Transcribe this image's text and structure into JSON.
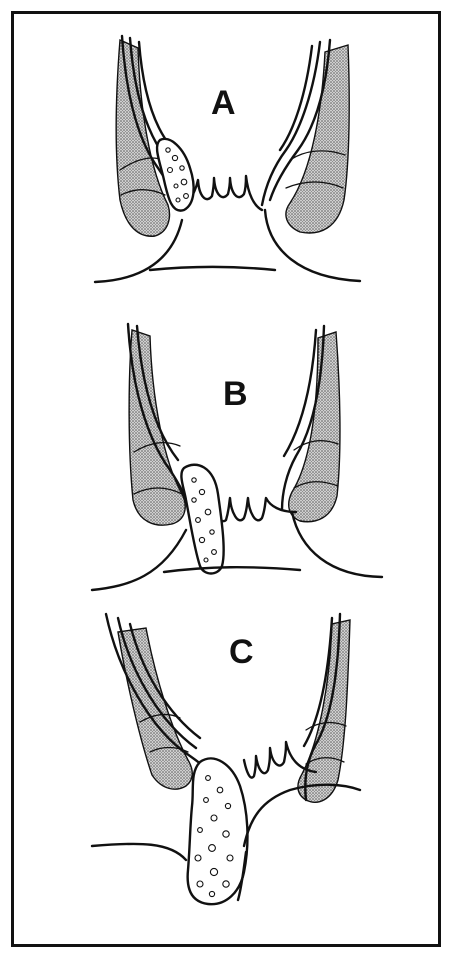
{
  "figure": {
    "panels": [
      {
        "label": "A",
        "icon": "intersphincteric-abscess-illustration"
      },
      {
        "label": "B",
        "icon": "abscess-extending-to-anal-verge-illustration"
      },
      {
        "label": "C",
        "icon": "perianal-abscess-illustration"
      }
    ],
    "colors": {
      "ink": "#111111",
      "stipple": "#9a9a9a",
      "background": "#ffffff"
    }
  }
}
